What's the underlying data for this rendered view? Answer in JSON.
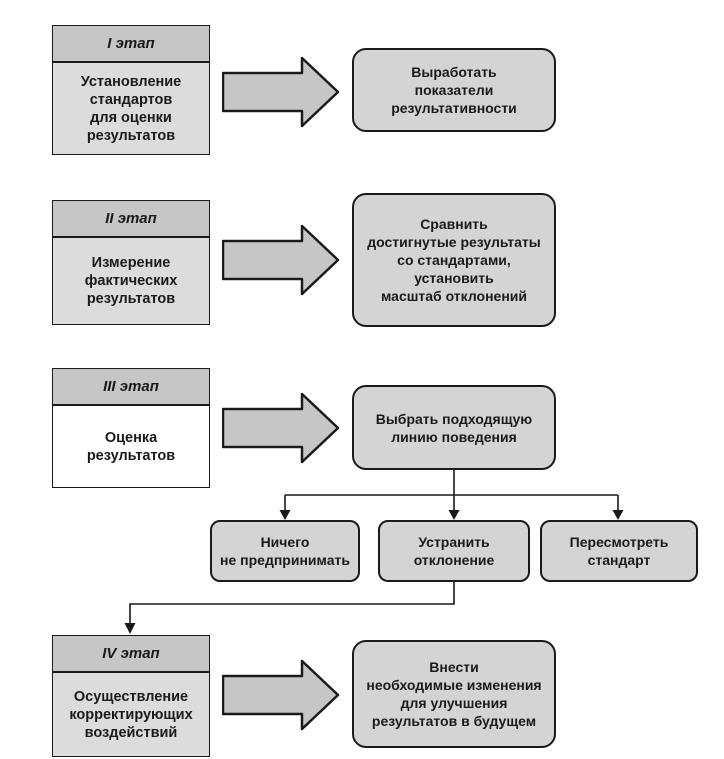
{
  "stages": [
    {
      "header": "I этап",
      "body": "Установление\nстандартов\nдля оценки\nрезультатов",
      "result": "Выработать\nпоказатели\nрезультативности"
    },
    {
      "header": "II этап",
      "body": "Измерение\nфактических\nрезультатов",
      "result": "Сравнить\nдостигнутые результаты\nсо стандартами,\nустановить\nмасштаб отклонений"
    },
    {
      "header": "III этап",
      "body": "Оценка\nрезультатов",
      "result": "Выбрать подходящую\nлинию поведения"
    },
    {
      "header": "IV этап",
      "body": "Осуществление\nкорректирующих\nвоздействий",
      "result": "Внести\nнеобходимые изменения\nдля улучшения\nрезультатов в будущем"
    }
  ],
  "branches": [
    {
      "label": "Ничего\nне предпринимать"
    },
    {
      "label": "Устранить\nотклонение"
    },
    {
      "label": "Пересмотреть\nстандарт"
    }
  ],
  "colors": {
    "stage_header_bg": "#c6c6c6",
    "stage_body_bg": "#dcdcdc",
    "stage3_body_bg": "#ffffff",
    "rounded_box_bg": "#d4d4d4",
    "arrow_fill": "#c6c6c6",
    "line": "#1a1a1a",
    "background": "#ffffff"
  }
}
